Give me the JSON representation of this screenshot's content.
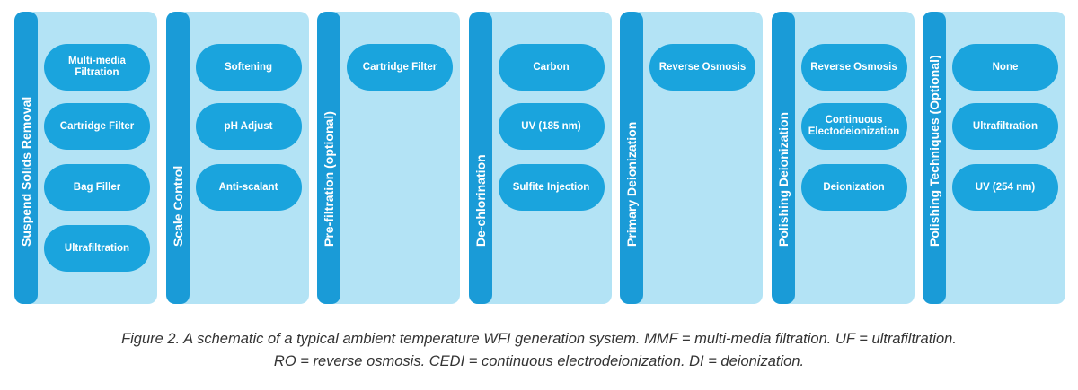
{
  "stages": [
    {
      "label": "Suspend Solids Removal",
      "items": [
        "Multi-media\nFiltration",
        "Cartridge Filter",
        "Bag Filler",
        "Ultrafiltration"
      ]
    },
    {
      "label": "Scale Control",
      "items": [
        "Softening",
        "pH Adjust",
        "Anti-scalant"
      ]
    },
    {
      "label": "Pre-filtration (optional)",
      "items": [
        "Cartridge Filter"
      ]
    },
    {
      "label": "De-chlorination",
      "items": [
        "Carbon",
        "UV (185 nm)",
        "Sulfite Injection"
      ]
    },
    {
      "label": "Primary Deionization",
      "items": [
        "Reverse Osmosis"
      ]
    },
    {
      "label": "Polishing Deionization",
      "items": [
        "Reverse Osmosis",
        "Continuous\nElectodeionization",
        "Deionization"
      ]
    },
    {
      "label": "Polishing Techniques (Optional)",
      "items": [
        "None",
        "Ultrafiltration",
        "UV (254 nm)"
      ]
    }
  ],
  "caption": {
    "line1": "Figure 2. A schematic of a typical ambient temperature WFI generation system. MMF = multi-media filtration. UF = ultrafiltration.",
    "line2": "RO = reverse osmosis. CEDI = continuous electrodeionization. DI = deionization."
  },
  "colors": {
    "panel": "#b3e3f5",
    "bar": "#1a9bd7",
    "pill": "#1aa4dd"
  }
}
